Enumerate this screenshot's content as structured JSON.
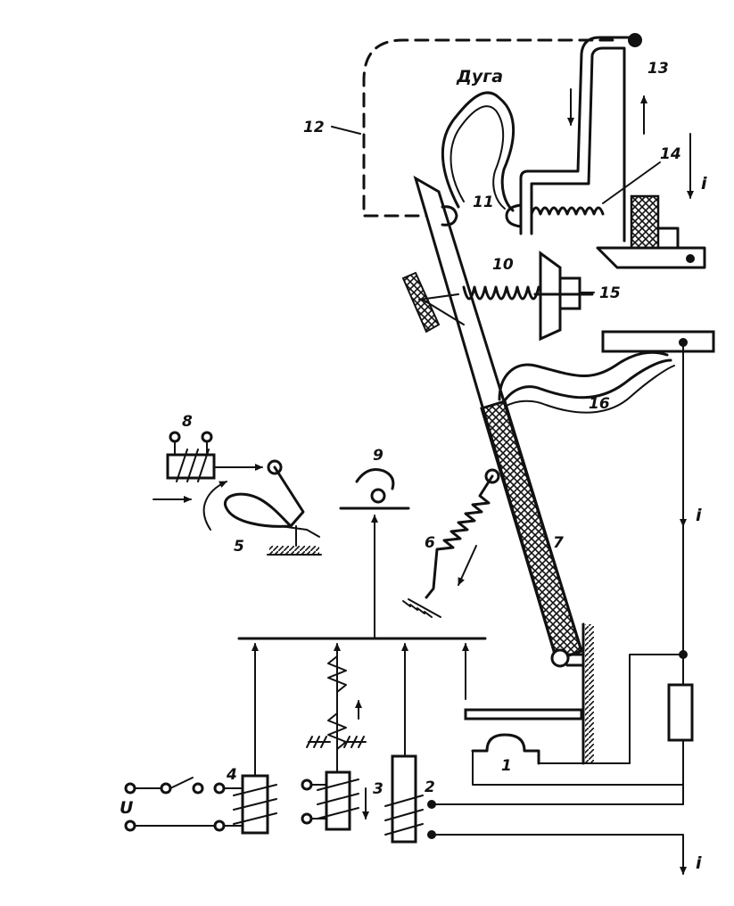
{
  "labels": {
    "arc": "Дуга",
    "n1": "1",
    "n2": "2",
    "n3": "3",
    "n4": "4",
    "n5": "5",
    "n6": "6",
    "n7": "7",
    "n8": "8",
    "n9": "9",
    "n10": "10",
    "n11": "11",
    "n12": "12",
    "n13": "13",
    "n14": "14",
    "n15": "15",
    "n16": "16",
    "current_top": "i",
    "current_mid": "i",
    "current_bottom": "i",
    "voltage": "U"
  }
}
